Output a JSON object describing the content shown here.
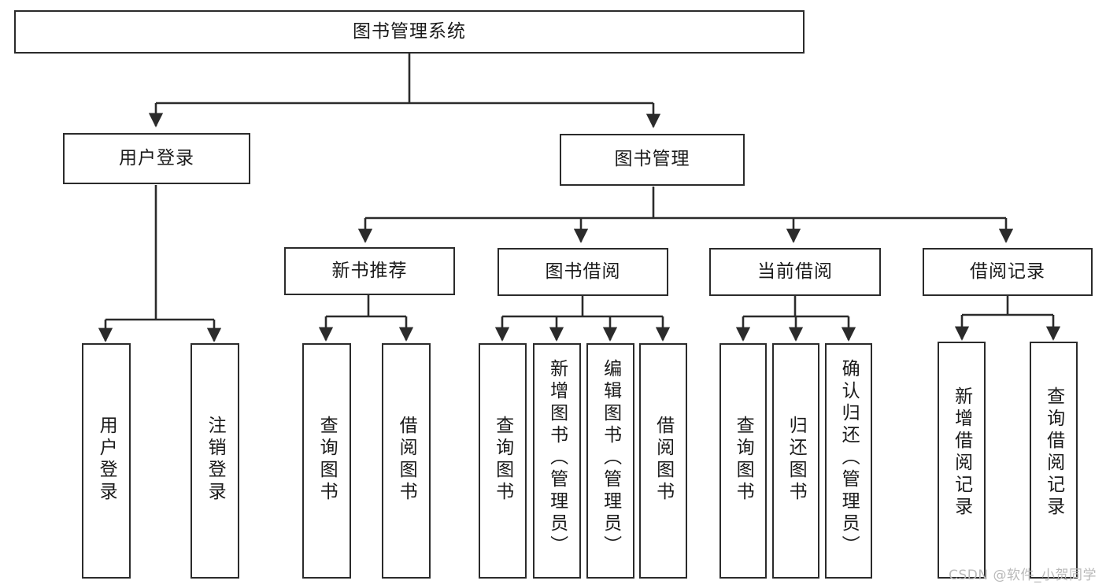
{
  "diagram": {
    "title": "图书管理系统",
    "type": "tree",
    "watermark": "CSDN @软件_小贺同学",
    "colors": {
      "stroke": "#2b2b2b",
      "box_fill": "#ffffff",
      "text": "#1a1a1a",
      "watermark": "#b9b9b9",
      "background": "#ffffff"
    },
    "levels": {
      "root": {
        "label": "图书管理系统"
      },
      "level2": [
        {
          "label": "用户登录"
        },
        {
          "label": "图书管理"
        }
      ],
      "level3": [
        {
          "label": "新书推荐"
        },
        {
          "label": "图书借阅"
        },
        {
          "label": "当前借阅"
        },
        {
          "label": "借阅记录"
        }
      ],
      "leaves": {
        "user_login": [
          {
            "label": "用户登录"
          },
          {
            "label": "注销登录"
          }
        ],
        "new_book_recommend": [
          {
            "label": "查询图书"
          },
          {
            "label": "借阅图书"
          }
        ],
        "book_borrow": [
          {
            "label": "查询图书"
          },
          {
            "label": "新增图书（管理员）"
          },
          {
            "label": "编辑图书（管理员）"
          },
          {
            "label": "借阅图书"
          }
        ],
        "current_borrow": [
          {
            "label": "查询图书"
          },
          {
            "label": "归还图书"
          },
          {
            "label": "确认归还（管理员）"
          }
        ],
        "borrow_record": [
          {
            "label": "新增借阅记录"
          },
          {
            "label": "查询借阅记录"
          }
        ]
      }
    }
  }
}
